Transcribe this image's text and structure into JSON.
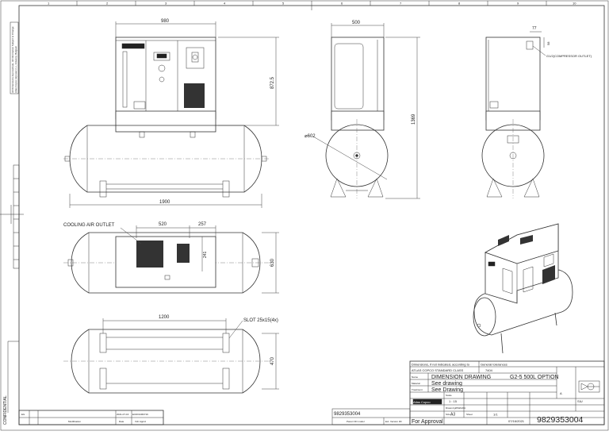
{
  "grid": {
    "cols": [
      "1",
      "2",
      "3",
      "4",
      "5",
      "6",
      "7",
      "8",
      "9",
      "10"
    ]
  },
  "side_note": {
    "line1": "All Dimensions Approximate, All Information Subject to Change",
    "line2": "Atlas Copco Airpower n.v., Antwerp, Belgium"
  },
  "confidential": "CONFIDENTIAL",
  "front_view": {
    "width_dim": "980",
    "height_dim": "872.5",
    "length_dim": "1900"
  },
  "side_view": {
    "width_dim": "500",
    "height_dim": "1369",
    "diameter_dim": "⌀602"
  },
  "rear_view": {
    "dim_a": "77",
    "dim_b": "58",
    "outlet_label": "G1/2(COMPRESSOR OUTLET)"
  },
  "top_view": {
    "cooling_label": "COOLING AIR OUTLET",
    "dim_a": "520",
    "dim_b": "257",
    "dim_c": "241",
    "dim_d": "630"
  },
  "bottom_view": {
    "length_dim": "1200",
    "slot_label": "SLOT 25x15(4x)",
    "height_dim": "470"
  },
  "title_block": {
    "standard_note": "Dimensions, if not indicated, according to",
    "general_tol": "General tolerances",
    "std_class": "ATLAS COPCO STANDARD CLASS",
    "tol_value": "7404",
    "name_label": "Name",
    "title": "DIMENSION DRAWING",
    "product": "G2-5 500L OPTION",
    "material_label": "Material",
    "material_value": "See drawing",
    "treatment_label": "Treatment",
    "treatment_value": "See Drawing",
    "scale_label": "Scale",
    "scale_value": "1 : 15",
    "drawn_label": "Drawn by",
    "drawn_value": "WSZHOU",
    "size_label": "Size",
    "size_value": "A3",
    "sheet_label": "Sheet",
    "sheet_value": "1/1",
    "date_value": "07/16/2021",
    "number": "9829353004",
    "approval": "For Approval",
    "brand": "Atlas Copco",
    "rev": "A",
    "code_value": "SIU"
  },
  "revision_block": {
    "rev": "EG",
    "desc": "Modification",
    "date_label": "Date",
    "approved_label": "Vcb Apprd",
    "date_value": "2021-07-16",
    "approver_value": "ECDNUM0719"
  },
  "bottom_strip": {
    "number": "9829353004",
    "parent": "Parent 3D model",
    "ext": "Ext. Version 3D"
  }
}
